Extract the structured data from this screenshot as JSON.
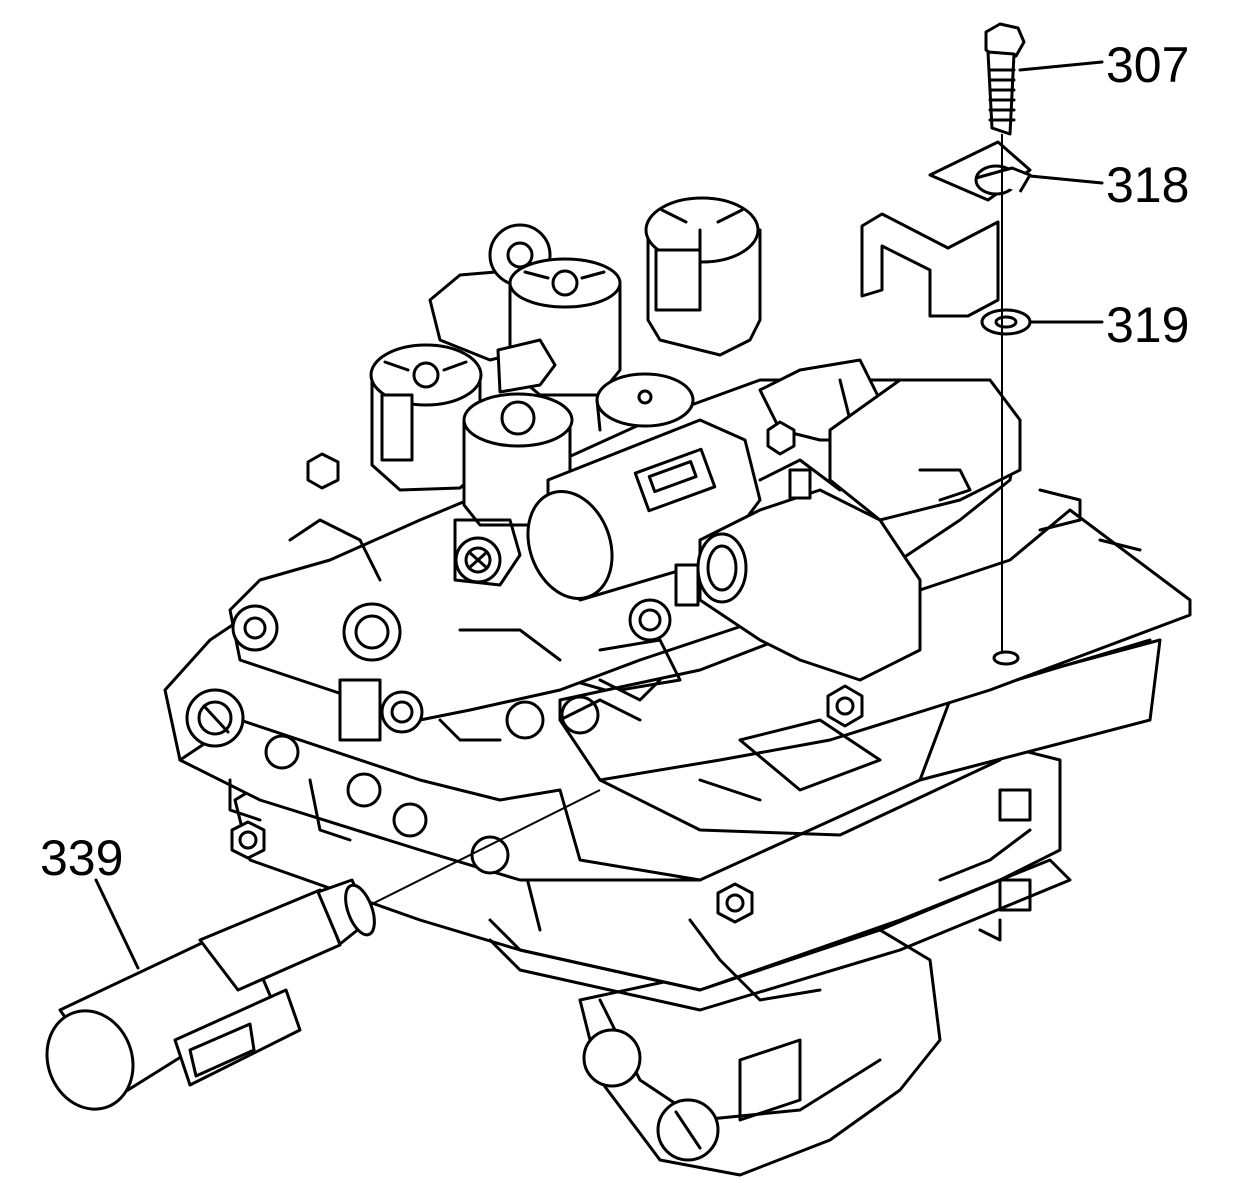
{
  "callouts": [
    {
      "id": "307",
      "label": "307"
    },
    {
      "id": "318",
      "label": "318"
    },
    {
      "id": "319",
      "label": "319"
    },
    {
      "id": "339",
      "label": "339"
    }
  ]
}
